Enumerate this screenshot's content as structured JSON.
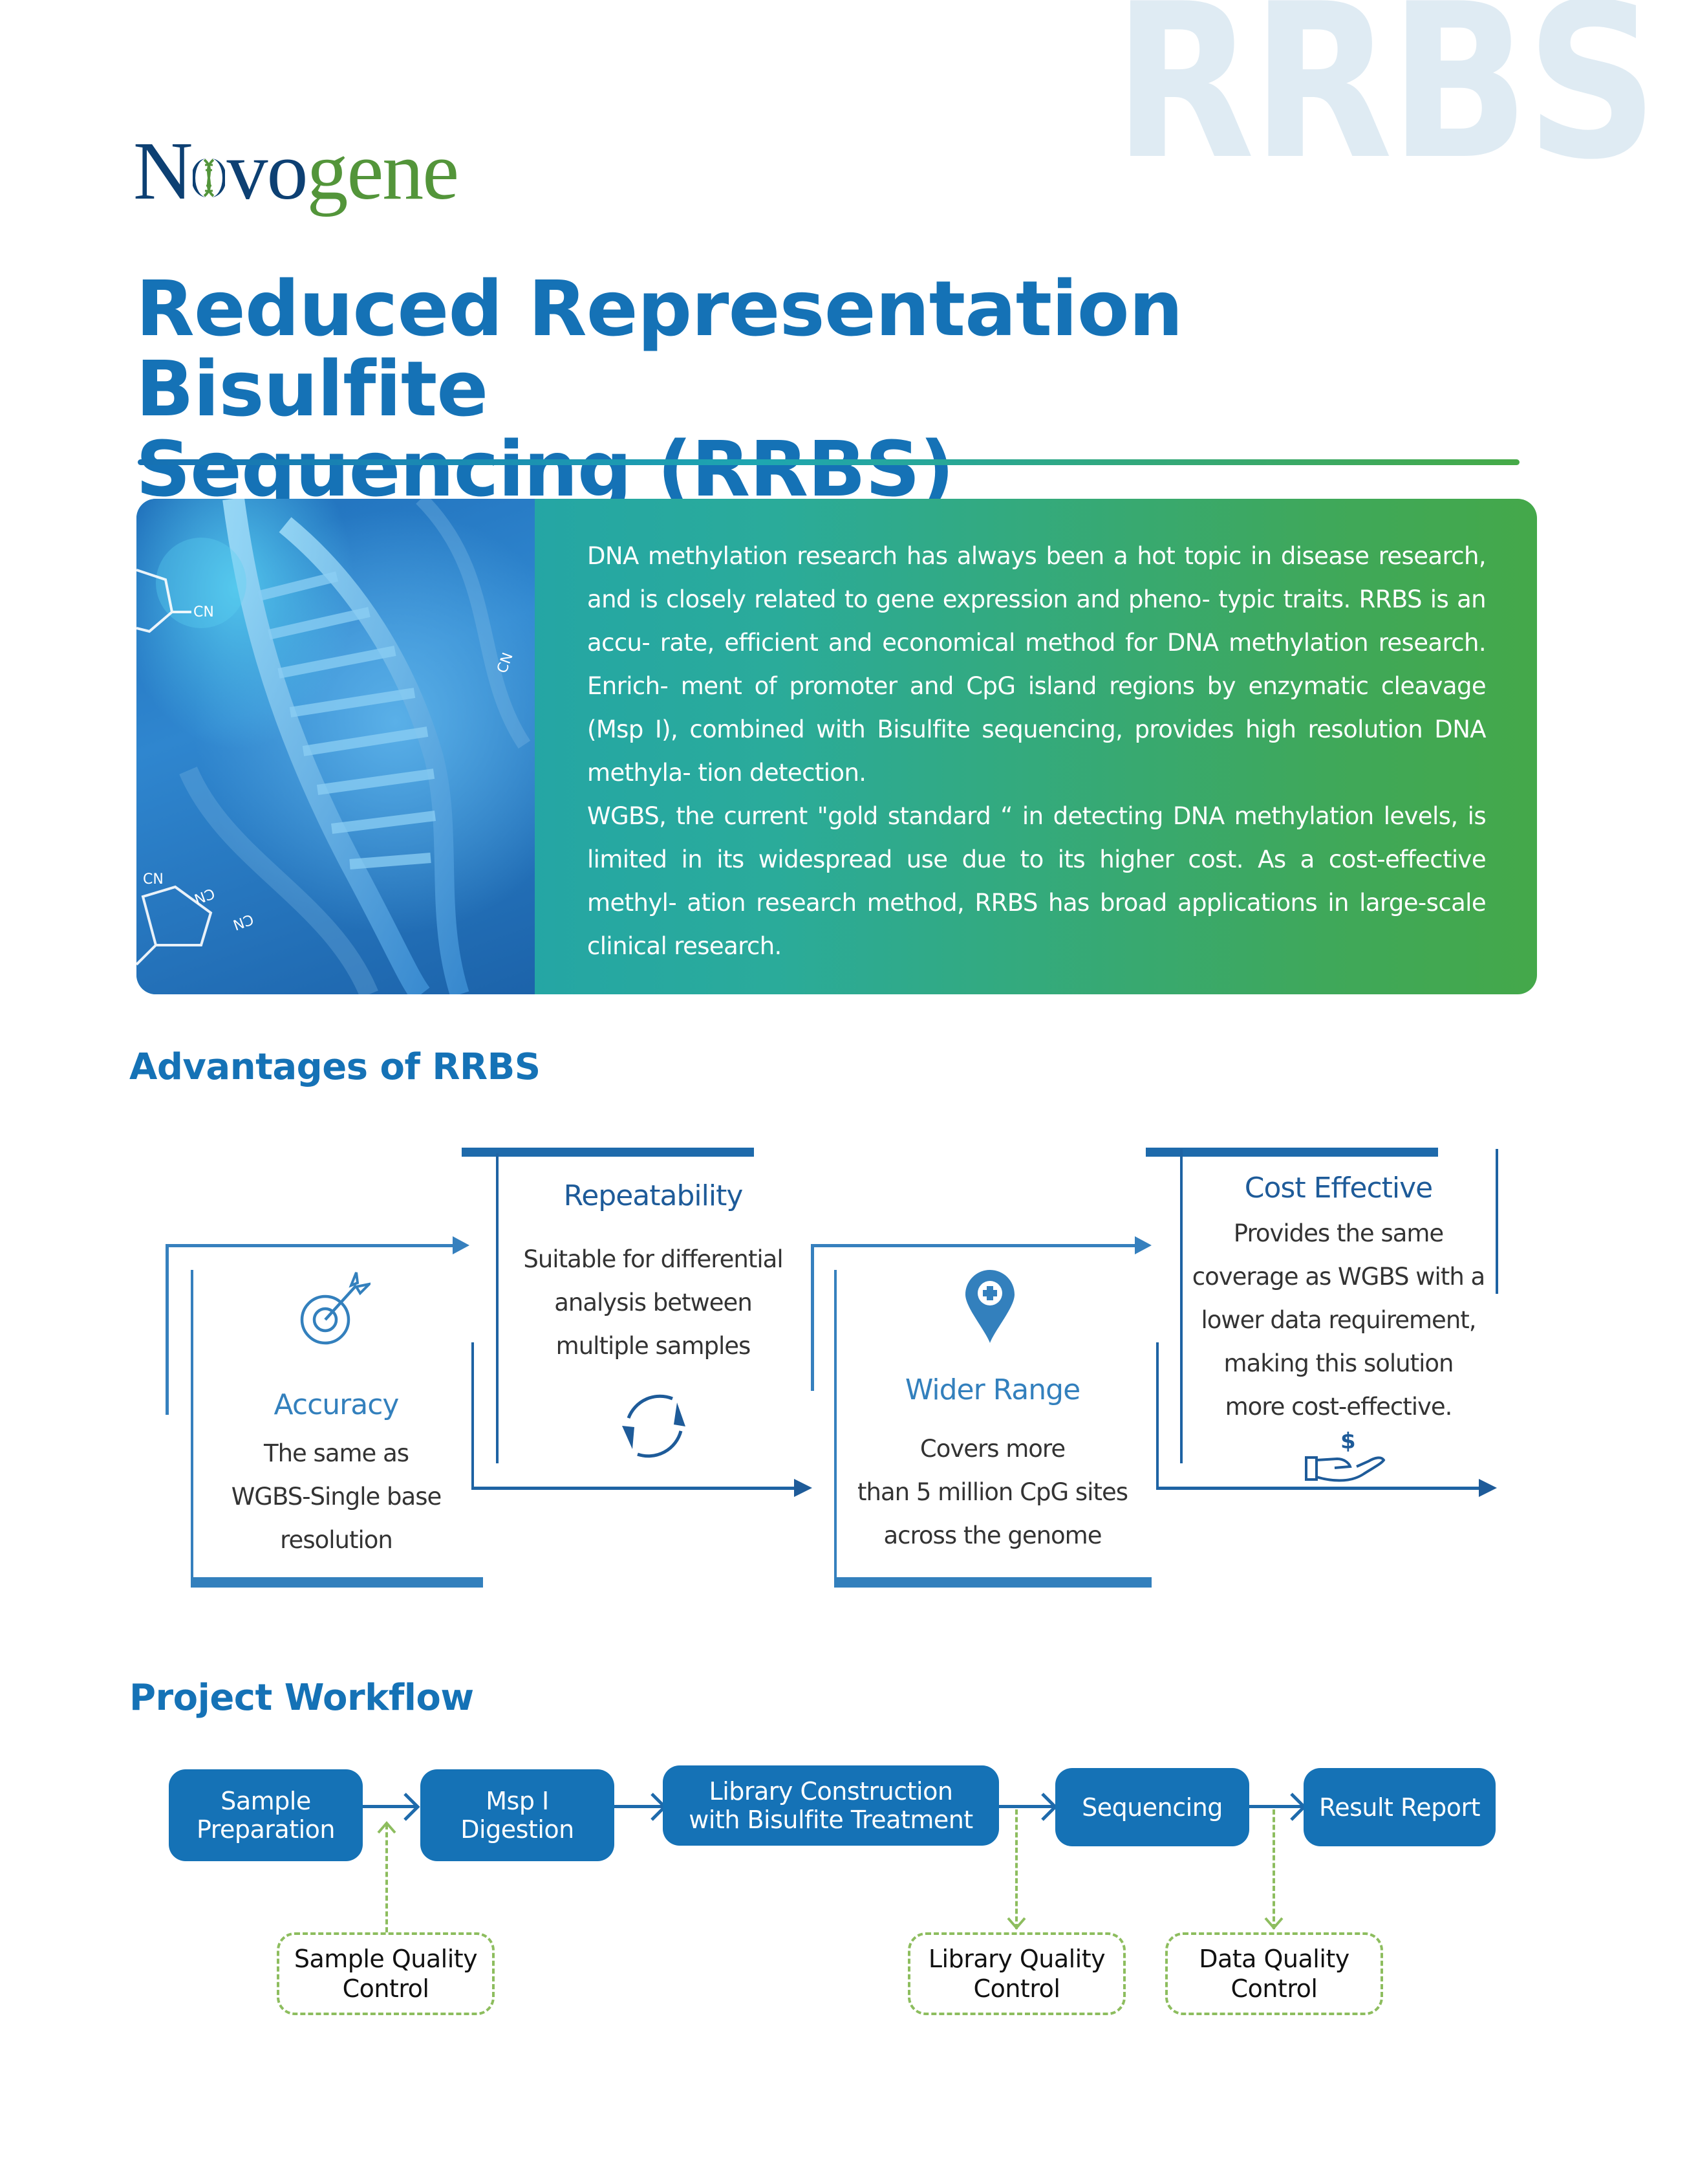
{
  "watermark": "RRBS",
  "logo": {
    "part1": "N",
    "part2": "vo",
    "part3": "gene",
    "colors": {
      "navy": "#0d4073",
      "green": "#53953a"
    }
  },
  "title": {
    "line1": "Reduced Representation Bisulfite",
    "line2": "Sequencing (RRBS)"
  },
  "intro": {
    "paragraph1": "DNA methylation research has always been a hot topic in disease research, and is closely related to gene expression and pheno- typic traits. RRBS is an accu- rate, efficient and economical method for DNA methylation research. Enrich- ment of promoter and CpG island regions by enzymatic cleavage (Msp I), combined with Bisulfite sequencing, provides high resolution DNA methyla- tion detection.",
    "paragraph2": "WGBS, the current \"gold standard “ in detecting DNA methylation levels, is limited in its widespread use due to its higher cost. As a cost-effective methyl- ation research method, RRBS has broad applications in large-scale clinical research.",
    "image_icon": "dna-helix-image"
  },
  "advantages": {
    "heading": "Advantages of RRBS",
    "items": [
      {
        "title": "Accuracy",
        "lines": [
          "The same as",
          "WGBS-Single base",
          "resolution"
        ],
        "icon": "target-arrow-icon"
      },
      {
        "title": "Repeatability",
        "lines": [
          "Suitable for differential",
          "analysis between",
          "multiple samples"
        ],
        "icon": "cycle-arrows-icon"
      },
      {
        "title": "Wider Range",
        "lines": [
          "Covers more",
          "than 5 million CpG sites",
          "across the genome"
        ],
        "icon": "location-pin-plus-icon"
      },
      {
        "title": "Cost Effective",
        "lines": [
          "Provides the same",
          "coverage as WGBS with a",
          "lower data requirement,",
          "making this solution",
          "more cost-effective."
        ],
        "icon": "hand-dollar-icon"
      }
    ]
  },
  "workflow": {
    "heading": "Project Workflow",
    "steps": [
      {
        "line1": "Sample",
        "line2": "Preparation"
      },
      {
        "line1": "Msp I",
        "line2": "Digestion"
      },
      {
        "line1": "Library Construction",
        "line2": "with Bisulfite Treatment"
      },
      {
        "line1": "Sequencing",
        "line2": ""
      },
      {
        "line1": "Result Report",
        "line2": ""
      }
    ],
    "quality_controls": [
      {
        "line1": "Sample Quality",
        "line2": "Control"
      },
      {
        "line1": "Library Quality",
        "line2": "Control"
      },
      {
        "line1": "Data Quality",
        "line2": "Control"
      }
    ]
  },
  "colors": {
    "brand_blue": "#1572b6",
    "accent_green": "#44a84a",
    "qc_green": "#8dbd5e",
    "line_blue": "#3680be"
  }
}
